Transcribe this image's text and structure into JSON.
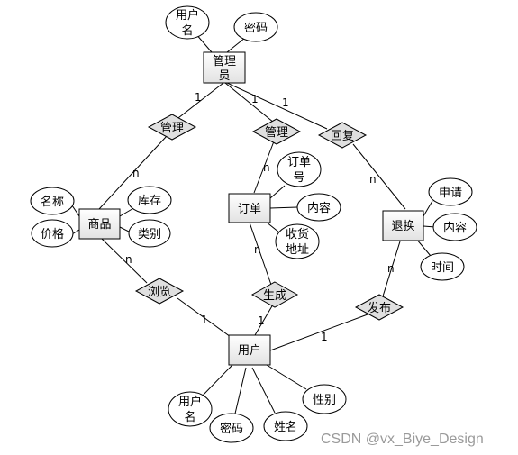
{
  "diagram": {
    "entities": {
      "admin": [
        "管理",
        "员"
      ],
      "product": "商品",
      "order": "订单",
      "return": "退换",
      "user": "用户"
    },
    "attributes": {
      "admin_username": [
        "用户",
        "名"
      ],
      "admin_password": "密码",
      "product_name": "名称",
      "product_stock": "库存",
      "product_price": "价格",
      "product_category": "类别",
      "order_number": [
        "订单",
        "号"
      ],
      "order_content": "内容",
      "order_address": [
        "收货",
        "地址"
      ],
      "return_apply": "申请",
      "return_content": "内容",
      "return_time": "时间",
      "user_username": [
        "用户",
        "名"
      ],
      "user_password": "密码",
      "user_name": "姓名",
      "user_gender": "性别"
    },
    "relationships": {
      "manage_product": "管理",
      "manage_order": "管理",
      "reply": "回复",
      "browse": "浏览",
      "generate": "生成",
      "publish": "发布"
    },
    "cardinalities": {
      "admin_manage_product": "1",
      "admin_manage_order": "1",
      "admin_reply": "1",
      "manage_product_n": "n",
      "manage_order_n": "n",
      "reply_n": "n",
      "product_browse": "n",
      "browse_user": "1",
      "order_generate": "n",
      "generate_user": "1",
      "return_publish": "n",
      "publish_user": "1"
    }
  },
  "watermark": "CSDN @vx_Biye_Design"
}
